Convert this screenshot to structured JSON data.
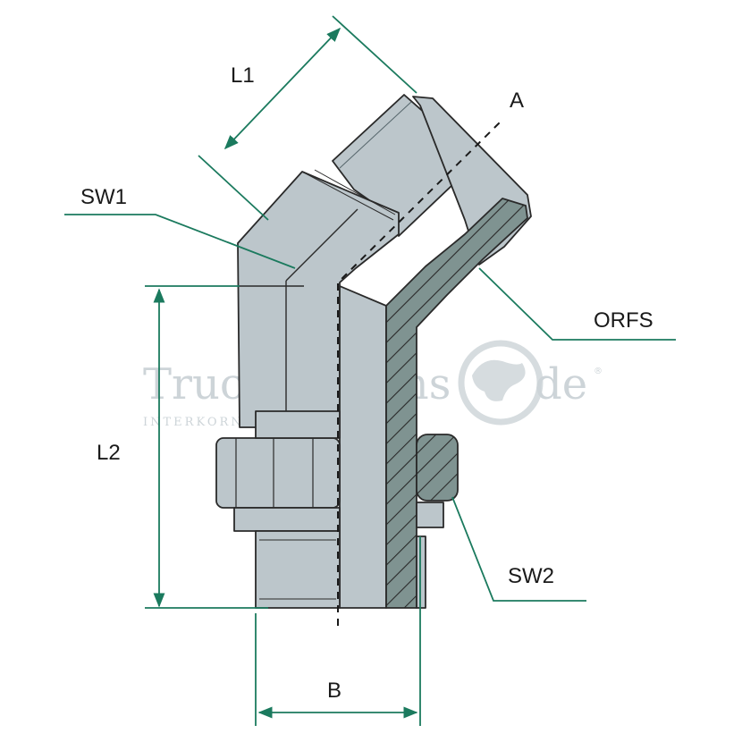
{
  "labels": {
    "l1": "L1",
    "a": "A",
    "sw1": "SW1",
    "orfs": "ORFS",
    "l2": "L2",
    "sw2": "SW2",
    "b": "B"
  },
  "watermark": {
    "brand_left": "TruckSystems",
    "brand_right": "de",
    "registered": "®",
    "subtitle": "INTERKORN GmbH"
  },
  "colors": {
    "part_fill": "#bcc6cb",
    "part_dark": "#7e8c92",
    "section_fill": "#7f9391",
    "outline": "#2a2a2a",
    "dimension": "#1b7a5e",
    "text": "#1a1a1a"
  }
}
